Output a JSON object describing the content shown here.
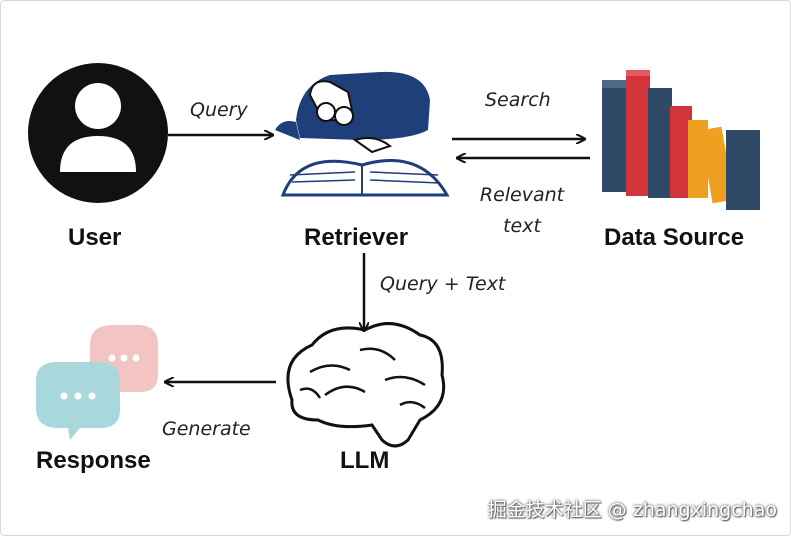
{
  "nodes": {
    "user": {
      "label": "User",
      "icon": "user-avatar-icon"
    },
    "retriever": {
      "label": "Retriever",
      "icon": "reader-with-book-icon"
    },
    "data_source": {
      "label": "Data Source",
      "icon": "books-stack-icon"
    },
    "llm": {
      "label": "LLM",
      "icon": "brain-icon"
    },
    "response": {
      "label": "Response",
      "icon": "chat-bubbles-icon"
    }
  },
  "edges": {
    "query": "Query",
    "search": "Search",
    "relevant_text_line1": "Relevant",
    "relevant_text_line2": "text",
    "query_plus_text": "Query + Text",
    "generate": "Generate"
  },
  "watermark": "掘金技术社区 @ zhangxingchao",
  "colors": {
    "user_icon": "#111111",
    "reader": "#1f3f7a",
    "book_red": "#d1343a",
    "book_orange": "#f0a020",
    "book_navy": "#2f4a66",
    "bubble_pink": "#f2c4c4",
    "bubble_teal": "#a9d8dc"
  }
}
